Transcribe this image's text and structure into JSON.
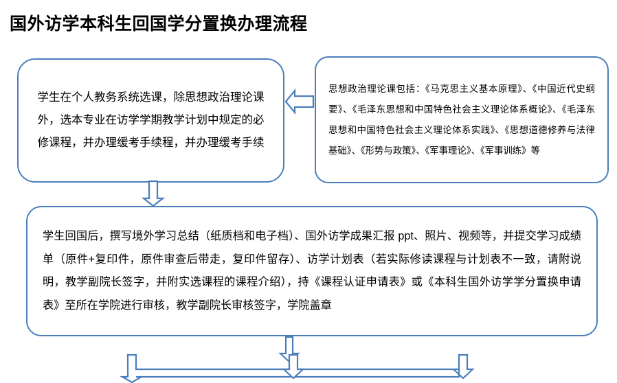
{
  "page": {
    "title": "国外访学本科生回国学分置换办理流程"
  },
  "flow": {
    "boxes": [
      {
        "id": "select-courses",
        "text": "学生在个人教务系统选课，除思想政治理论课外，选本专业在访学学期教学计划中规定的必修课程，并办理缓考手续程，并办理缓考手续"
      },
      {
        "id": "political-theory-courses",
        "text": "思想政治理论课包括：《马克思主义基本原理》、《中国近代史纲要》、《毛泽东思想和中国特色社会主义理论体系概论》、《毛泽东思想和中国特色社会主义理论体系实践》、《思想道德修养与法律基础》、《形势与政策》、《军事理论》、《军事训练》等"
      },
      {
        "id": "return-procedure",
        "text": "学生回国后，撰写境外学习总结（纸质档和电子档）、国外访学成果汇报 ppt、照片、视频等，并提交学习成绩单（原件+复印件，原件审查后带走，复印件留存）、访学计划表（若实际修读课程与计划表不一致，请附说明，教学副院长签字，并附实选课程的课程介绍），持《课程认证申请表》或《本科生国外访学学分置换申请表》至所在学院进行审核，教学副院长审核签字，学院盖章"
      }
    ],
    "connectors": [
      {
        "id": "left-arrow-explains",
        "direction": "left"
      },
      {
        "id": "down-arrow-to-return",
        "direction": "down"
      },
      {
        "id": "down-arrow-mid-out",
        "direction": "down"
      },
      {
        "id": "fanout-bar",
        "direction": "down-split-three"
      }
    ]
  },
  "colors": {
    "outline": "#4a7ebb",
    "fill": "#ffffff",
    "text": "#000000"
  }
}
